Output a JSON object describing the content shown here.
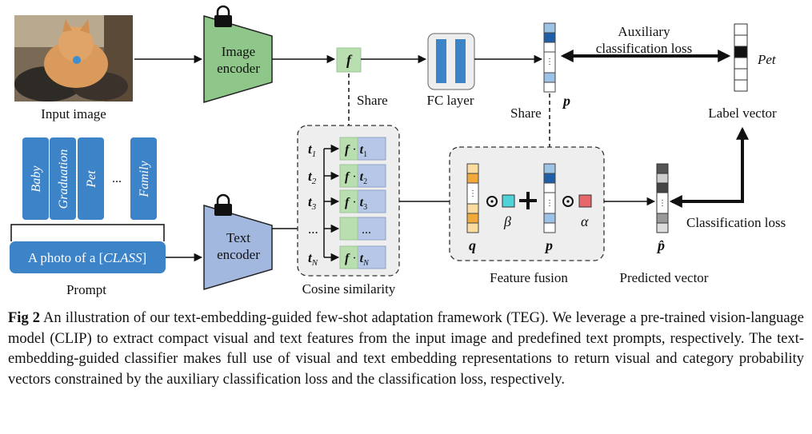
{
  "labels": {
    "input_image": "Input image",
    "image_encoder_l1": "Image",
    "image_encoder_l2": "encoder",
    "text_encoder_l1": "Text",
    "text_encoder_l2": "encoder",
    "f": "f",
    "share_top": "Share",
    "share_mid": "Share",
    "fc_layer": "FC layer",
    "p": "p",
    "aux_loss_l1": "Auxiliary",
    "aux_loss_l2": "classification loss",
    "pet_label": "Pet",
    "label_vector": "Label vector",
    "prompt": "Prompt",
    "prompt_text": "A photo of a [",
    "prompt_class": "CLASS",
    "prompt_close": "]",
    "cosine_similarity": "Cosine similarity",
    "feature_fusion": "Feature fusion",
    "predicted_vector": "Predicted vector",
    "classification_loss": "Classification loss",
    "q": "q",
    "beta": "β",
    "alpha": "α",
    "p_hat": "p̂",
    "dots": "...",
    "f_dot": "f · "
  },
  "classes": [
    "Baby",
    "Graduation",
    "Pet",
    "...",
    "Family"
  ],
  "cosine_rows": [
    {
      "t": "t",
      "sub": "1"
    },
    {
      "t": "t",
      "sub": "2"
    },
    {
      "t": "t",
      "sub": "3"
    },
    {
      "t": "...",
      "sub": ""
    },
    {
      "t": "t",
      "sub": "N"
    }
  ],
  "caption": {
    "label": "Fig 2",
    "text": "An illustration of our text-embedding-guided few-shot adaptation framework (TEG). We leverage a pre-trained vision-language model (CLIP) to extract compact visual and text features from the input image and predefined text prompts, respectively. The text-embedding-guided classifier makes full use of visual and text embedding representations to return visual and category probability vectors constrained by the auxiliary classification loss and the classification loss, respectively."
  },
  "colors": {
    "encoder_image": "#8fc78a",
    "encoder_text": "#a3b8de",
    "feature_green": "#b9dfb0",
    "class_blue": "#3d83c8",
    "fc_blue": "#3d83c8",
    "p_dark": "#1f5fa6",
    "p_light": "#9cc2e6",
    "q_orange": "#f2a93b",
    "q_light": "#fbdca0",
    "beta": "#4fd3d8",
    "alpha": "#e8676b",
    "panel": "#eeeeee"
  }
}
